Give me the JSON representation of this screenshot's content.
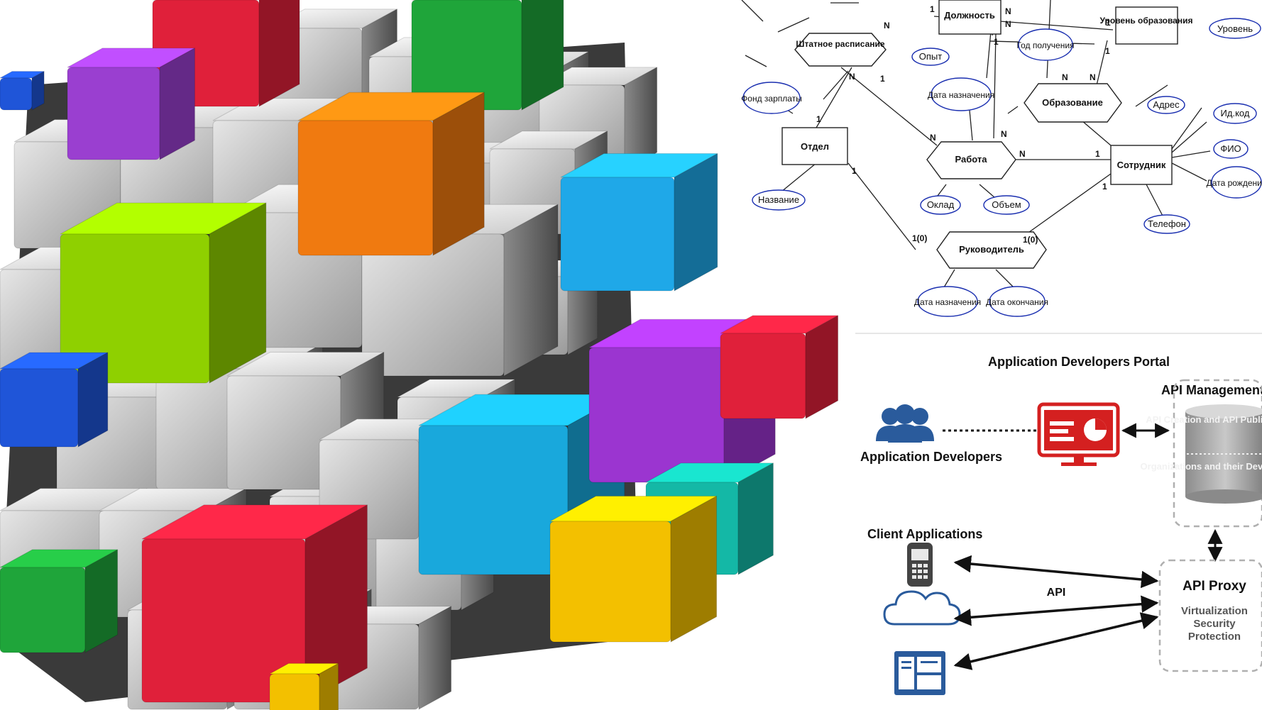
{
  "er_diagram": {
    "entities": [
      {
        "id": "dolzhnost",
        "label": "Должность"
      },
      {
        "id": "uroven",
        "label": "Уровень образования"
      },
      {
        "id": "otdel",
        "label": "Отдел"
      },
      {
        "id": "sotrudnik",
        "label": "Сотрудник"
      }
    ],
    "relationships": [
      {
        "id": "shtatnoe",
        "label": "Штатное расписание"
      },
      {
        "id": "obrazovanie",
        "label": "Образование"
      },
      {
        "id": "rabota",
        "label": "Работа"
      },
      {
        "id": "rukovoditel",
        "label": "Руководитель"
      }
    ],
    "attributes": [
      {
        "id": "uroven-attr",
        "label": "Уровень"
      },
      {
        "id": "opyt",
        "label": "Опыт"
      },
      {
        "id": "god",
        "label": "Год получения"
      },
      {
        "id": "fond",
        "label": "Фонд зарплаты"
      },
      {
        "id": "data-nazn-rab",
        "label": "Дата назначения"
      },
      {
        "id": "adres",
        "label": "Адрес"
      },
      {
        "id": "idkod",
        "label": "Ид.код"
      },
      {
        "id": "fio",
        "label": "ФИО"
      },
      {
        "id": "data-rozh",
        "label": "Дата рождения"
      },
      {
        "id": "nazvanie",
        "label": "Название"
      },
      {
        "id": "oklad",
        "label": "Оклад"
      },
      {
        "id": "obem",
        "label": "Объем"
      },
      {
        "id": "telefon",
        "label": "Телефон"
      },
      {
        "id": "data-nazn-ruk",
        "label": "Дата назначения"
      },
      {
        "id": "data-okon",
        "label": "Дата окончания"
      }
    ],
    "cardinalities": [
      "1",
      "N",
      "N",
      "N",
      "1",
      "1",
      "N",
      "1",
      "N",
      "N",
      "1",
      "N",
      "N",
      "N",
      "1",
      "1",
      "1",
      "1",
      "1(0)",
      "1(0)"
    ]
  },
  "api_diagram": {
    "portal_label": "Application Developers Portal",
    "developers_label": "Application Developers",
    "management_title": "API Management",
    "management_items": [
      "API Creation and API Publication",
      "Organizations and their Developers"
    ],
    "client_apps_label": "Client Applications",
    "api_label": "API",
    "proxy_title": "API Proxy",
    "proxy_items": [
      "Virtualization",
      "Security",
      "Protection"
    ]
  },
  "colors": {
    "portal_red": "#d42020",
    "icon_blue": "#2a5b9c",
    "er_oval_stroke": "#1a2fb0",
    "dashed_gray": "#b0b0b0"
  },
  "icons": [
    "people-group-icon",
    "presentation-monitor-icon",
    "mobile-phone-icon",
    "cloud-icon",
    "browser-window-icon",
    "database-cylinder-icon"
  ]
}
